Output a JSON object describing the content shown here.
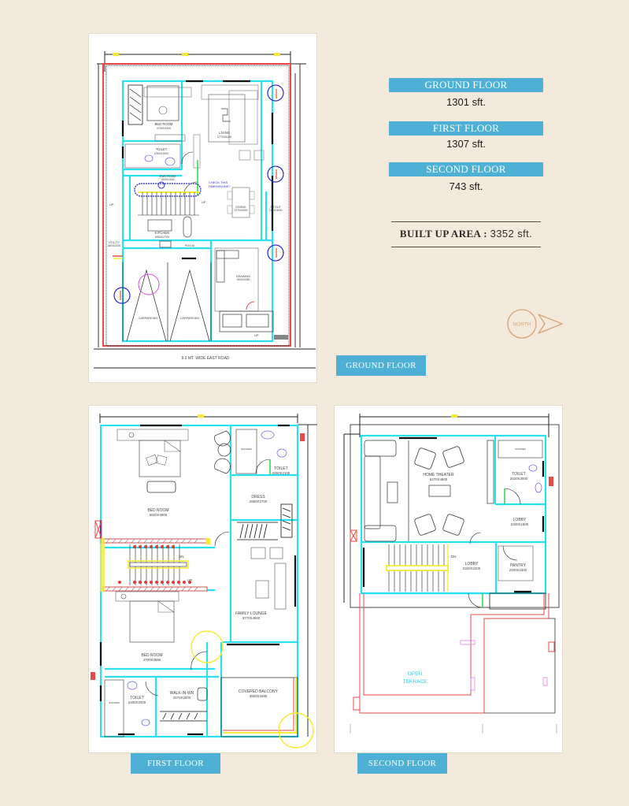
{
  "summary": {
    "floors": [
      {
        "label": "GROUND FLOOR",
        "area": "1301 sft."
      },
      {
        "label": "FIRST FLOOR",
        "area": "1307 sft."
      },
      {
        "label": "SECOND FLOOR",
        "area": "743 sft."
      }
    ],
    "built_up_label": "BUILT UP AREA :",
    "built_up_value": "3352 sft."
  },
  "compass": {
    "label": "NORTH"
  },
  "colors": {
    "background": "#f3eadb",
    "badge": "#4fb0d6",
    "wall_cyan": "#29e0f0",
    "boundary_red": "#e84a4a",
    "note_blue": "#2a2ac8",
    "highlight_yellow": "#f5ea3a",
    "compass": "#d9a272"
  },
  "ground_floor": {
    "caption": "GROUND FLOOR",
    "rooms": [
      {
        "name": "BED ROOM",
        "size": "4700X3300"
      },
      {
        "name": "LIVING",
        "size": "3770X5100"
      },
      {
        "name": "TOILET",
        "size": "3300X1500"
      },
      {
        "name": "PWD ROOM",
        "size": "1800X1500"
      },
      {
        "name": "DINING",
        "size": "3770X3300"
      },
      {
        "name": "SITOUT",
        "size": "1100X3000"
      },
      {
        "name": "KITCHEN",
        "size": "5950X2700"
      },
      {
        "name": "UTILITY",
        "size": "1800X2300"
      },
      {
        "name": "POOJA",
        "size": ""
      },
      {
        "name": "DRAWING",
        "size": "3300X3380"
      },
      {
        "name": "CARPARKING",
        "size": ""
      },
      {
        "name": "CARPARKING",
        "size": ""
      }
    ],
    "note": "CHECK THIS DIMENSIONS?",
    "road": "9.0 MT. WIDE EAST ROAD",
    "stair_labels": [
      "UP",
      "UP",
      "UP"
    ]
  },
  "first_floor": {
    "caption": "FIRST FLOOR",
    "rooms": [
      {
        "name": "BED ROOM",
        "size": "5820X4900"
      },
      {
        "name": "TOILET",
        "size": "2650X2100"
      },
      {
        "name": "DRESS",
        "size": "2650X2700"
      },
      {
        "name": "FAMILY LOUNGE",
        "size": "3770X4500"
      },
      {
        "name": "BED ROOM",
        "size": "4700X3580"
      },
      {
        "name": "TOILET",
        "size": "2400X2000"
      },
      {
        "name": "WALK-IN-WR",
        "size": "2570X2000"
      },
      {
        "name": "COVERED BALCONY",
        "size": "3500X3480"
      }
    ],
    "shower_labels": [
      "SHOWER",
      "SHOWER"
    ],
    "stair_labels": [
      "DN",
      "UP"
    ]
  },
  "second_floor": {
    "caption": "SECOND FLOOR",
    "rooms": [
      {
        "name": "HOME THEATER",
        "size": "6270X4900"
      },
      {
        "name": "TOILET",
        "size": "2100X3000"
      },
      {
        "name": "LOBBY",
        "size": "2300X1800"
      },
      {
        "name": "LOBBY",
        "size": "2320X2200"
      },
      {
        "name": "PANTRY",
        "size": "2200X2300"
      }
    ],
    "terrace": [
      "OPEN",
      "TERRACE"
    ],
    "shower_label": "SHOWER",
    "stair_label": "DN"
  }
}
